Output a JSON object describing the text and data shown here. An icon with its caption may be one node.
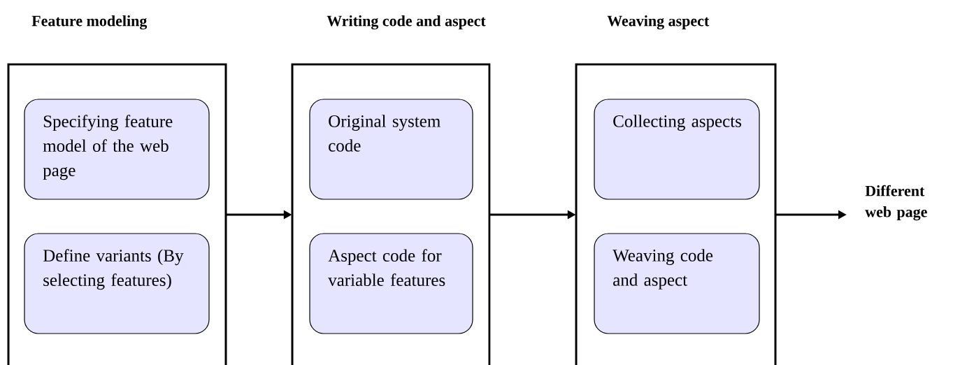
{
  "diagram": {
    "nodes": [
      {
        "text": [
          "Feature modeling"
        ]
      },
      {
        "text": [
          "Specifying feature model of the web page"
        ],
        "in": 0
      },
      {
        "text": [
          "Define variants (By selecting features)"
        ],
        "in": 0
      },
      {
        "text": [
          "Writing code and aspect"
        ]
      },
      {
        "text": [
          "Original system code"
        ],
        "in": 3
      },
      {
        "text": [
          "Aspect code for variable features"
        ],
        "in": 3
      },
      {
        "text": [
          "Weaving aspect"
        ]
      },
      {
        "text": [
          "Collecting aspects"
        ],
        "in": 6
      },
      {
        "text": [
          "Weaving code and aspect"
        ],
        "in": 6
      },
      {
        "text": [
          "Different web page"
        ]
      }
    ],
    "edges": [
      {
        "from": 0,
        "to": 3,
        "arrow": "to"
      },
      {
        "from": 3,
        "to": 6,
        "arrow": "to"
      },
      {
        "from": 6,
        "to": 9,
        "arrow": "to"
      }
    ]
  }
}
